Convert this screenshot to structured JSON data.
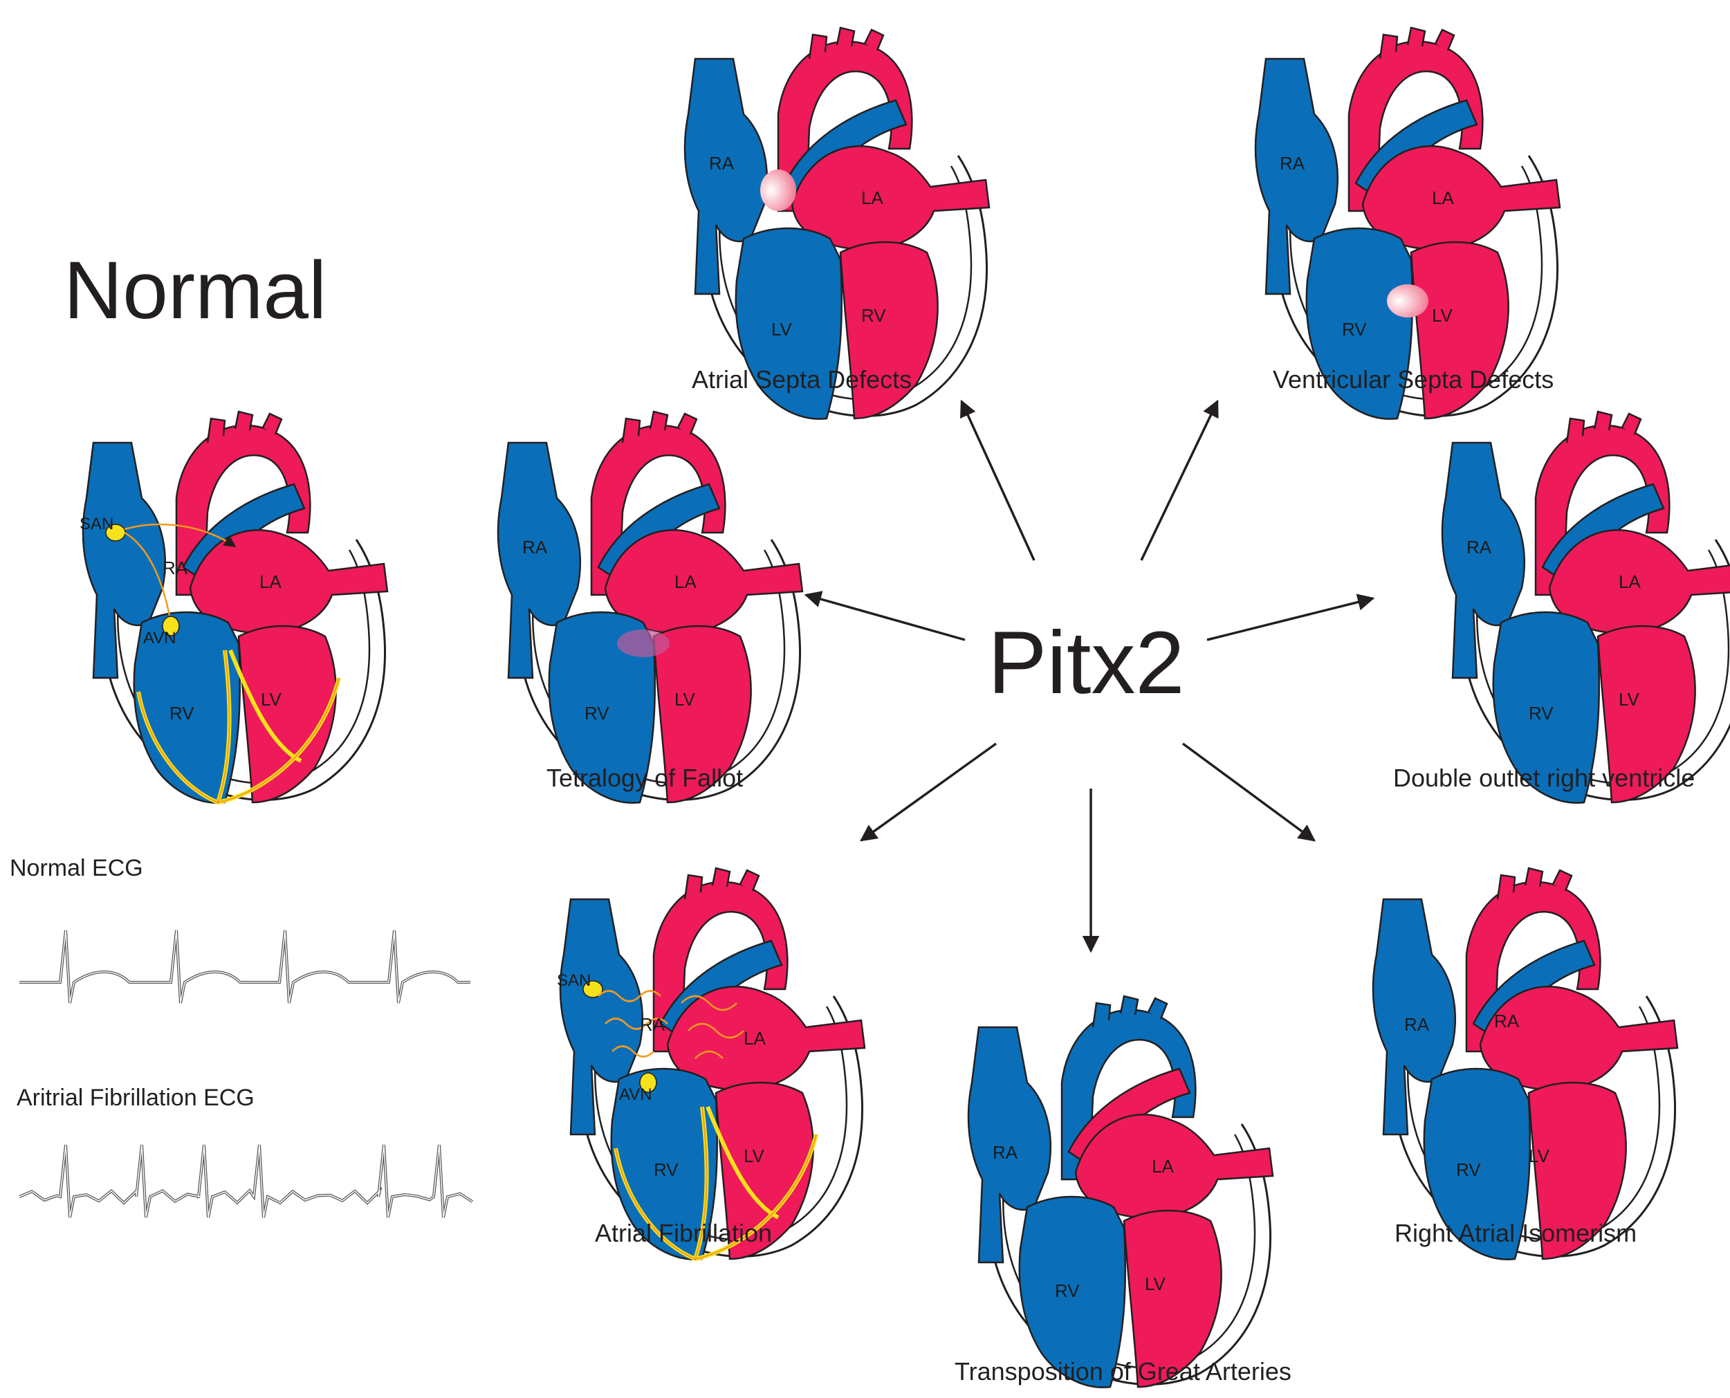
{
  "title_normal": "Normal",
  "title_center": "Pitx2",
  "ecg": {
    "normal_label": "Normal ECG",
    "af_label": "Aritrial Fibrillation ECG"
  },
  "hearts": [
    {
      "id": "normal",
      "caption": "",
      "labels": [
        "SAN",
        "RA",
        "LA",
        "AVN",
        "LV",
        "RV"
      ]
    },
    {
      "id": "asd",
      "caption": "Atrial Septa Defects",
      "labels": [
        "RA",
        "LA",
        "RV",
        "LV"
      ]
    },
    {
      "id": "vsd",
      "caption": "Ventricular Septa Defects",
      "labels": [
        "RA",
        "LA",
        "LV",
        "RV"
      ]
    },
    {
      "id": "tof",
      "caption": "Tetralogy of Fallot",
      "labels": [
        "RA",
        "LA",
        "LV",
        "RV"
      ]
    },
    {
      "id": "dorv",
      "caption": "Double outlet right ventricle",
      "labels": [
        "RA",
        "LA",
        "LV",
        "RV"
      ]
    },
    {
      "id": "af",
      "caption": "Atrial Fibrillation",
      "labels": [
        "SAN",
        "RA",
        "LA",
        "AVN",
        "LV",
        "RV"
      ]
    },
    {
      "id": "tga",
      "caption": "Transposition of Great Arteries",
      "labels": [
        "RA",
        "LA",
        "LV",
        "RV"
      ]
    },
    {
      "id": "rai",
      "caption": "Right Atrial Isomerism",
      "labels": [
        "RA",
        "RA",
        "LV",
        "RV"
      ]
    }
  ],
  "colors": {
    "blue": "#0a6fb8",
    "red": "#ef1a5a",
    "yellow": "#f5e21b",
    "orange": "#f39a1e",
    "arrow": "#231f20"
  }
}
